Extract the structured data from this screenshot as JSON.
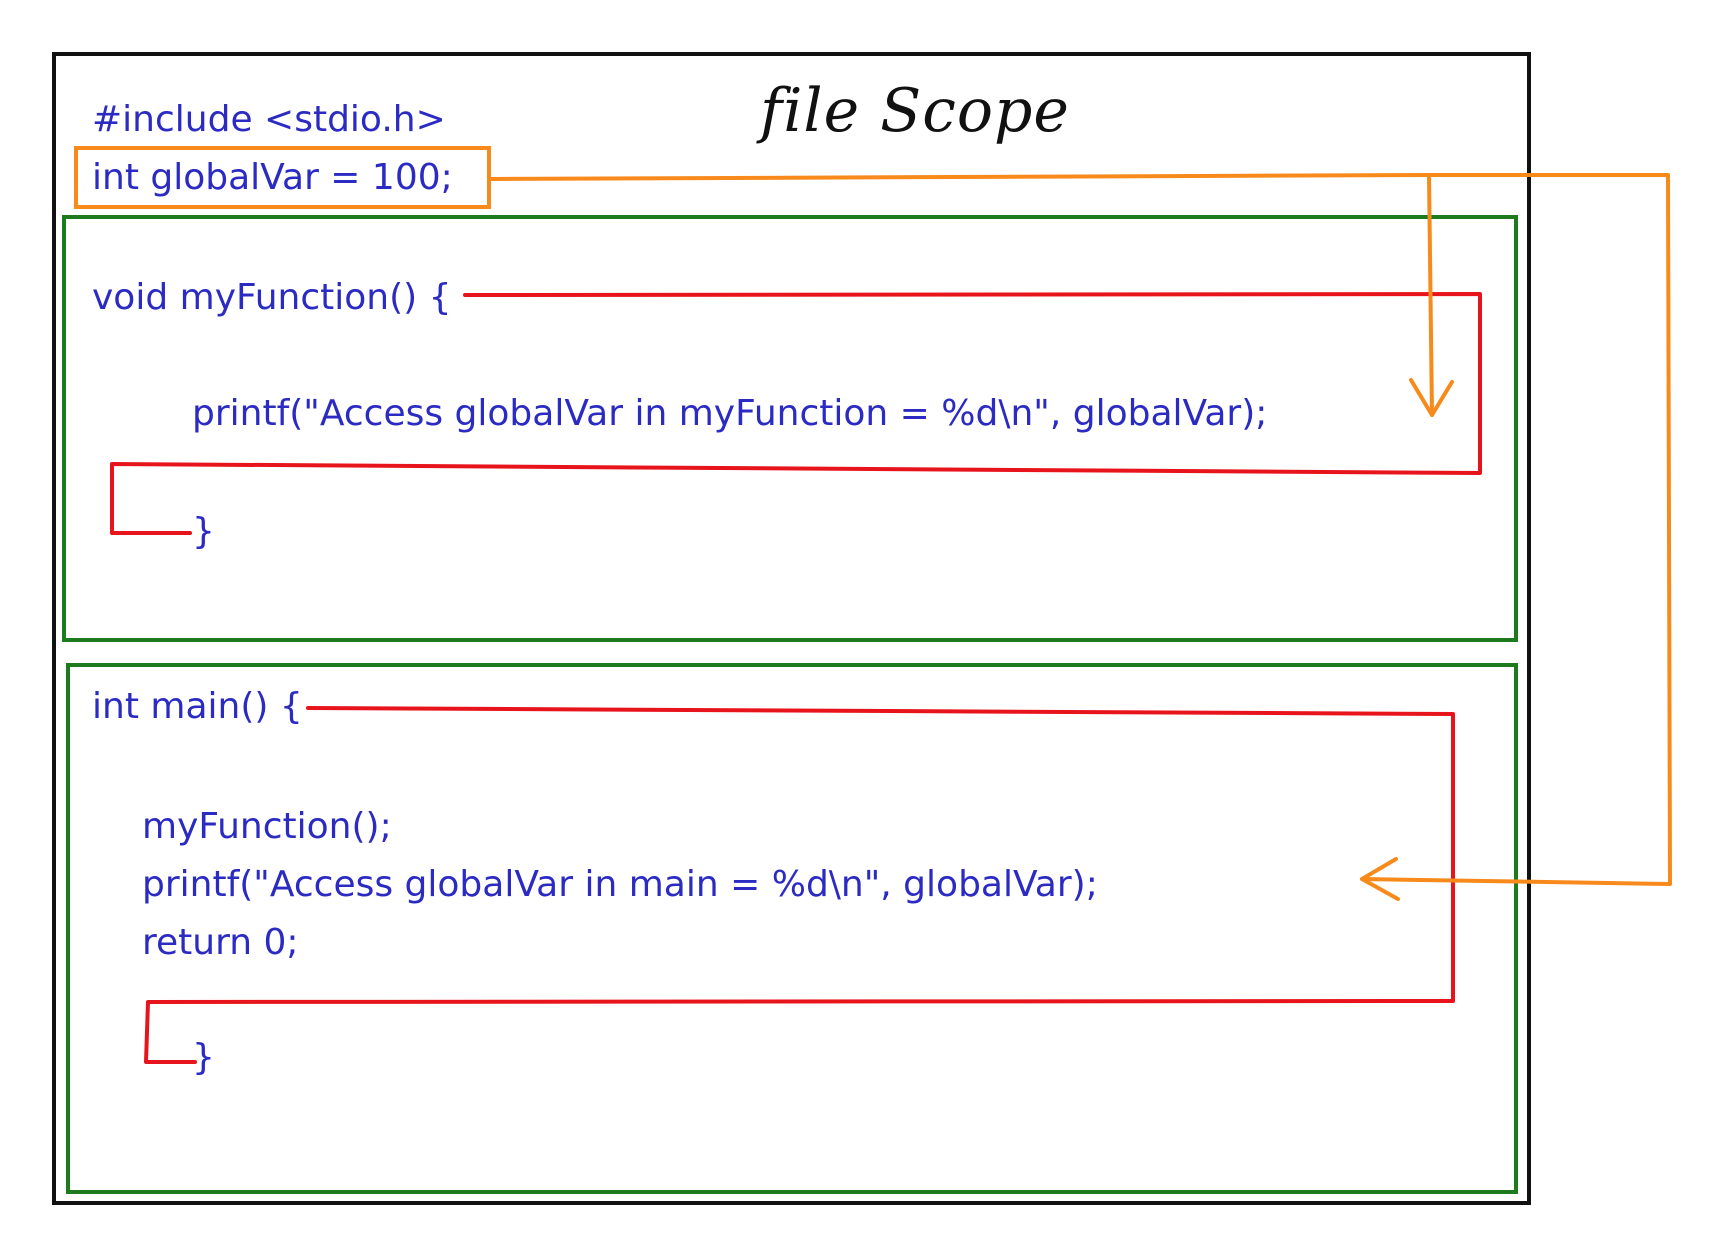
{
  "diagram": {
    "title": "file Scope",
    "code": {
      "include": "#include <stdio.h>",
      "global_decl": "int globalVar = 100;",
      "func_signature": "void myFunction() {",
      "func_printf": "printf(\"Access globalVar in myFunction = %d\\n\", globalVar);",
      "func_close": "}",
      "main_signature": "int main() {",
      "main_call": "myFunction();",
      "main_printf": "printf(\"Access globalVar in main = %d\\n\", globalVar);",
      "main_return": "return 0;",
      "main_close": "}"
    },
    "colors": {
      "code_text": "#2b2bc4",
      "global_highlight": "#f78a1b",
      "function_scope_box": "#1d7a1d",
      "block_bracket": "#e8141b",
      "frame": "#111111"
    }
  }
}
